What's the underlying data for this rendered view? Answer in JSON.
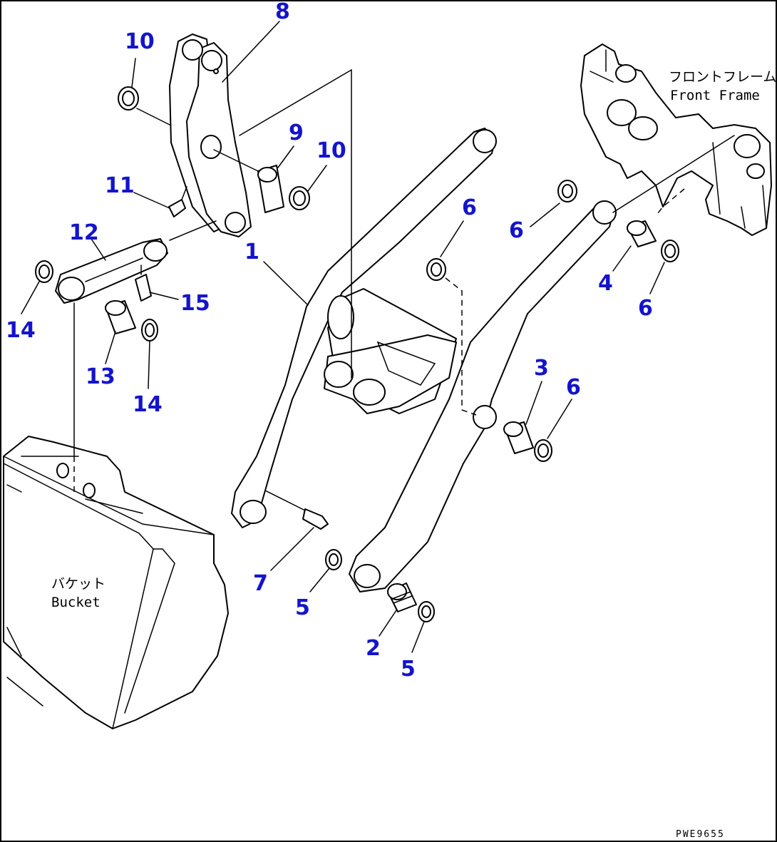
{
  "labels": {
    "front_frame_jp": "フロントフレーム",
    "front_frame_en": "Front Frame",
    "bucket_jp": "バケット",
    "bucket_en": "Bucket",
    "drawing_code": "PWE9655"
  },
  "callouts": [
    {
      "id": "8",
      "text": "8"
    },
    {
      "id": "10a",
      "text": "10"
    },
    {
      "id": "9",
      "text": "9"
    },
    {
      "id": "10b",
      "text": "10"
    },
    {
      "id": "11",
      "text": "11"
    },
    {
      "id": "12",
      "text": "12"
    },
    {
      "id": "1",
      "text": "1"
    },
    {
      "id": "6a",
      "text": "6"
    },
    {
      "id": "6b",
      "text": "6"
    },
    {
      "id": "4",
      "text": "4"
    },
    {
      "id": "6c",
      "text": "6"
    },
    {
      "id": "14a",
      "text": "14"
    },
    {
      "id": "15",
      "text": "15"
    },
    {
      "id": "13",
      "text": "13"
    },
    {
      "id": "14b",
      "text": "14"
    },
    {
      "id": "3",
      "text": "3"
    },
    {
      "id": "6d",
      "text": "6"
    },
    {
      "id": "7",
      "text": "7"
    },
    {
      "id": "5a",
      "text": "5"
    },
    {
      "id": "2",
      "text": "2"
    },
    {
      "id": "5b",
      "text": "5"
    }
  ]
}
